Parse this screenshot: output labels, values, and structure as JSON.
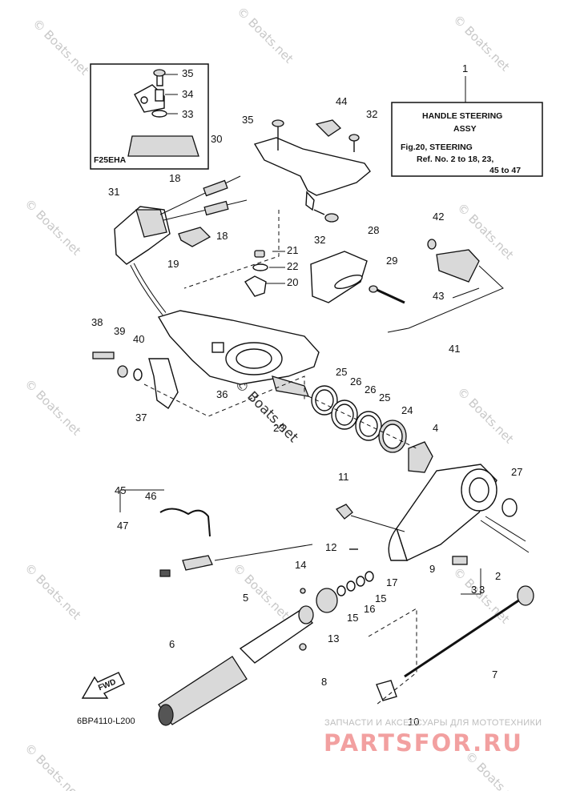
{
  "diagram": {
    "inset_label": "F25EHA",
    "reference_box": {
      "line1": "HANDLE STEERING",
      "line2": "ASSY",
      "line3": "Fig.20, STEERING",
      "line4": "Ref. No. 2 to 18, 23,",
      "line5": "45 to 47"
    },
    "callouts": [
      "1",
      "2",
      "3",
      "3",
      "4",
      "5",
      "6",
      "7",
      "8",
      "9",
      "10",
      "11",
      "12",
      "13",
      "14",
      "15",
      "15",
      "16",
      "17",
      "18",
      "18",
      "19",
      "20",
      "21",
      "22",
      "23",
      "24",
      "25",
      "25",
      "26",
      "26",
      "27",
      "28",
      "29",
      "30",
      "31",
      "32",
      "32",
      "33",
      "34",
      "35",
      "35",
      "36",
      "37",
      "38",
      "39",
      "40",
      "41",
      "42",
      "43",
      "44",
      "45",
      "46",
      "47"
    ],
    "fwd_label": "FWD",
    "drawing_code": "6BP4110-L200",
    "watermark": "© Boats.net",
    "brand_tagline": "ЗАПЧАСТИ И АКСЕССУАРЫ ДЛЯ МОТОТЕХНИКИ",
    "brand_name": "PARTSFOR.RU"
  }
}
